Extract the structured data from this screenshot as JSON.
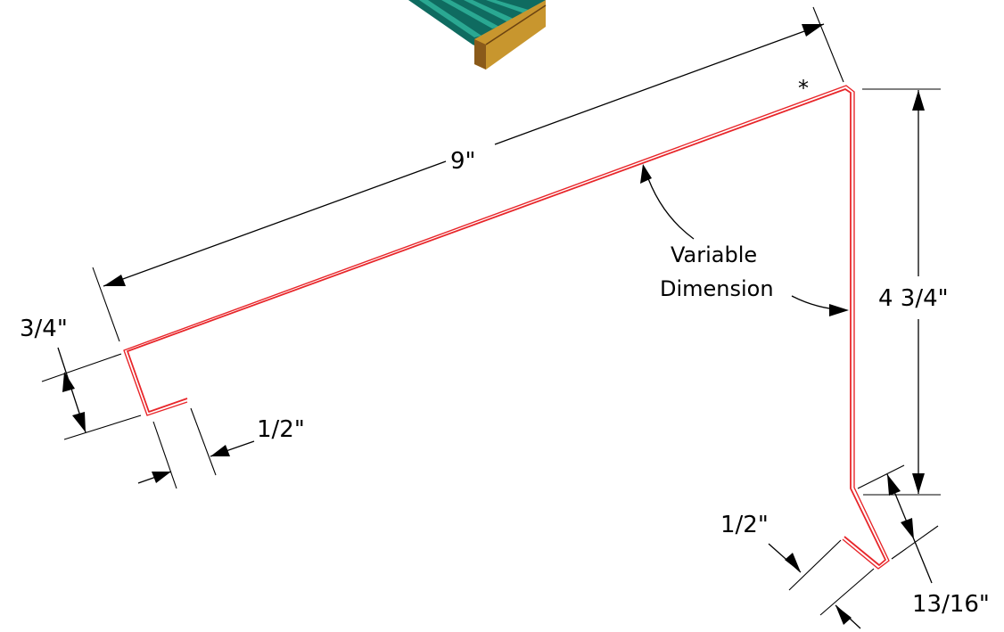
{
  "figure": {
    "flashing_color": "#e8262a",
    "panel_colors": {
      "teal": "#1f8a7a",
      "teal_dark": "#125a52",
      "wood": "#c8962e",
      "wood_dark": "#8a5a1a"
    }
  },
  "dimensions": {
    "top_length": "9\"",
    "vertical_height": "4 3/4\"",
    "left_hem_height": "3/4\"",
    "left_hem_return": "1/2\"",
    "right_hem_return": "1/2\"",
    "right_kick_length": "13/16\""
  },
  "notes": {
    "variable_line1": "Variable",
    "variable_line2": "Dimension",
    "asterisk": "*"
  }
}
